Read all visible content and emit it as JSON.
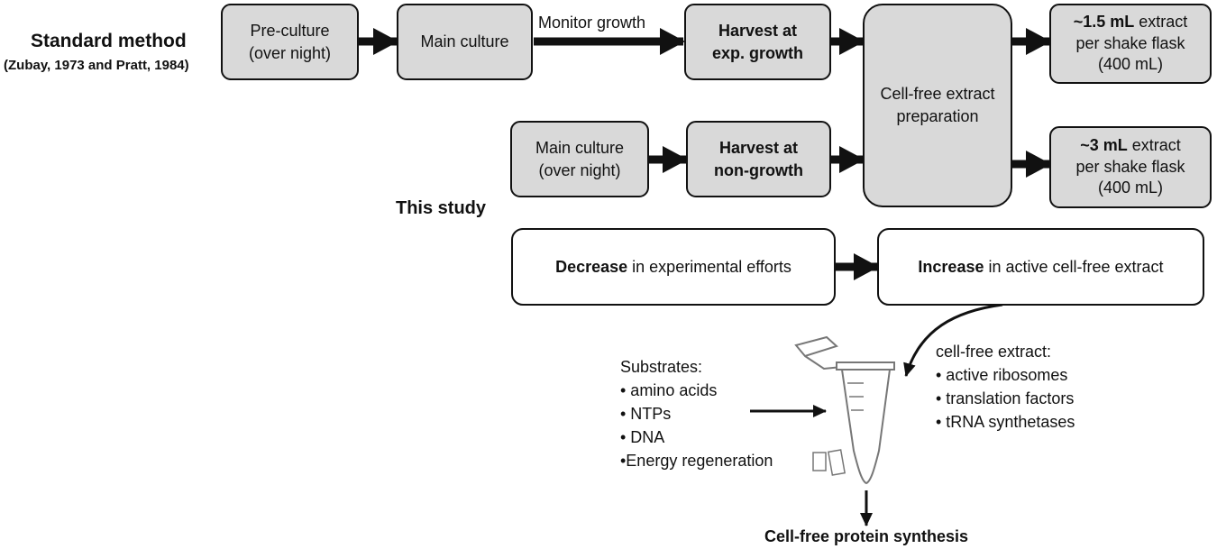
{
  "standard_method": {
    "title": "Standard method",
    "citation": "(Zubay, 1973 and Pratt, 1984)"
  },
  "this_study_label": "This study",
  "boxes": {
    "preculture": [
      "Pre-culture",
      "(over night)"
    ],
    "main_culture": "Main culture",
    "monitor_growth": "Monitor growth",
    "harvest_exp": [
      "Harvest at",
      "exp. growth"
    ],
    "cell_free_prep": [
      "Cell-free extract",
      "preparation"
    ],
    "yield_std": {
      "amount": "~1.5 mL",
      "line1_rest": " extract",
      "line2": "per shake flask",
      "line3": "(400 mL)"
    },
    "main_culture_overnight": [
      "Main culture",
      "(over night)"
    ],
    "harvest_nongrowth": [
      "Harvest at",
      "non-growth"
    ],
    "yield_study": {
      "amount": "~3 mL",
      "line1_rest": " extract",
      "line2": "per shake flask",
      "line3": "(400 mL)"
    }
  },
  "summary": {
    "decrease_bold": "Decrease",
    "decrease_rest": " in experimental efforts",
    "increase_bold": "Increase",
    "increase_rest": " in active cell-free extract"
  },
  "substrates": {
    "heading": "Substrates:",
    "items": [
      "• amino acids",
      "• NTPs",
      "• DNA",
      "•Energy regeneration"
    ]
  },
  "extract": {
    "heading": "cell-free extract:",
    "items": [
      "• active ribosomes",
      "• translation factors",
      "• tRNA synthetases"
    ]
  },
  "output_label": "Cell-free protein synthesis",
  "colors": {
    "box_fill": "#d9d9d9",
    "stroke": "#111111",
    "tube": "#777777"
  }
}
